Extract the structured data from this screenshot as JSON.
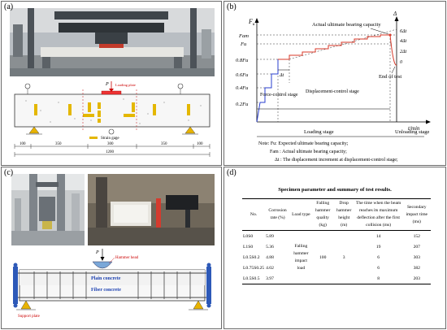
{
  "panels": {
    "a": {
      "label": "(a)"
    },
    "b": {
      "label": "(b)"
    },
    "c": {
      "label": "(c)"
    },
    "d": {
      "label": "(d)"
    }
  },
  "panel_a": {
    "load_label": "P",
    "loading_plate_label": "Loading plate",
    "strain_gage_label": "Strain gage",
    "dims": [
      "100",
      "350",
      "300",
      "350",
      "100"
    ],
    "total_span": "1200"
  },
  "panel_b": {
    "y_axis_label": "F",
    "y_axis_sub": "u",
    "right_axis_label": "Δ",
    "x_axis_label": "t/min",
    "y_ticks": [
      "Fam",
      "Fu",
      "0.8Fu",
      "0.6Fu",
      "0.4Fu",
      "0.2Fu"
    ],
    "right_ticks": [
      "6Δt",
      "4Δt",
      "2Δt",
      "0"
    ],
    "annotation_peak": "Actual ultimate bearing capacity",
    "annotation_end": "End of test",
    "annotation_dt": "Δt",
    "force_stage": "Force-control stage",
    "displacement_stage": "Displacement-control stage",
    "loading_stage": "Loading stage",
    "unloading_stage": "Unloading stage",
    "notes": [
      "Note: Fu: Expected ultimate bearing capacity;",
      "Fam : Actual ultimate bearing capacity;",
      "Δt : The displacement increment at displacement-control stage;"
    ]
  },
  "panel_c": {
    "hammer_label": "Hammer head",
    "support_label": "Support plate",
    "load_label": "P",
    "plain_concrete": "Plain concrete",
    "fiber_concrete": "Fiber concrete"
  },
  "panel_d": {
    "title": "Specimen parameter and summary of test results.",
    "headers": [
      "No.",
      "Corrosion rate (%)",
      "Load type",
      "Falling hammer quality (kg)",
      "Drop hammer height (m)",
      "The time when the beam reaches its maximum deflection after the first collision (ms)",
      "Secondary impact time (ms)"
    ],
    "rows": [
      {
        "no": "L0S0",
        "corrosion": "5.89",
        "first": "14",
        "secondary": "152"
      },
      {
        "no": "L1S0",
        "corrosion": "5.36",
        "first": "19",
        "secondary": "207"
      },
      {
        "no": "L0.5S0.2",
        "corrosion": "4.88",
        "first": "6",
        "secondary": "303"
      },
      {
        "no": "L0.75S0.25",
        "corrosion": "4.02",
        "first": "6",
        "secondary": "382"
      },
      {
        "no": "L0.5S0.5",
        "corrosion": "3.97",
        "first": "8",
        "secondary": "203"
      }
    ],
    "load_type": [
      "Falling",
      "hammer",
      "impact load"
    ],
    "hammer_quality": "100",
    "drop_height": "3"
  }
}
